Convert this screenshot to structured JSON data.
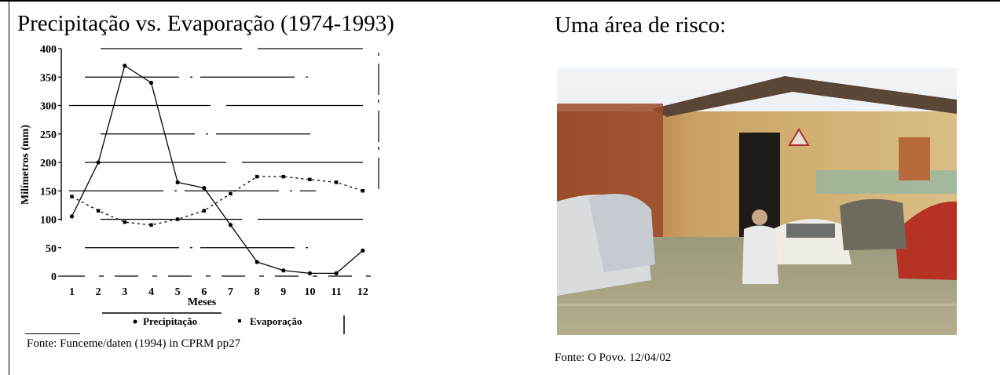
{
  "left_panel": {
    "title": "Precipitação vs. Evaporação (1974-1993)",
    "source": "Fonte: Funceme/daten (1994) in CPRM pp27"
  },
  "right_panel": {
    "title": "Uma área de risco:",
    "source": "Fonte: O Povo. 12/04/02",
    "photo": {
      "icon": "flooded-street-photo",
      "colors": {
        "sky": "#e9eef2",
        "wall": "#c9a35f",
        "roof": "#5a4636",
        "water": "#8f8f70",
        "man_shirt": "#e8e8e8"
      }
    }
  },
  "chart_data": {
    "type": "line",
    "title": "",
    "xlabel": "Meses",
    "ylabel": "Milímetros (mm)",
    "x": [
      1,
      2,
      3,
      4,
      5,
      6,
      7,
      8,
      9,
      10,
      11,
      12
    ],
    "x_tick_labels": [
      "1",
      "2",
      "3",
      "4",
      "5",
      "6",
      "7",
      "8",
      "9",
      "10",
      "11",
      "12"
    ],
    "y_ticks": [
      0,
      50,
      100,
      150,
      200,
      250,
      300,
      350,
      400
    ],
    "ylim": [
      0,
      400
    ],
    "xlim": [
      0.6,
      12.6
    ],
    "grid": true,
    "legend_position": "bottom",
    "series": [
      {
        "name": "Precipitação",
        "values": [
          105,
          200,
          370,
          340,
          165,
          155,
          90,
          25,
          10,
          5,
          5,
          45
        ],
        "color": "#000000",
        "marker": "circle"
      },
      {
        "name": "Evaporação",
        "values": [
          140,
          115,
          95,
          90,
          100,
          115,
          145,
          175,
          175,
          170,
          165,
          150
        ],
        "color": "#000000",
        "marker": "square",
        "dashed": true
      }
    ]
  }
}
